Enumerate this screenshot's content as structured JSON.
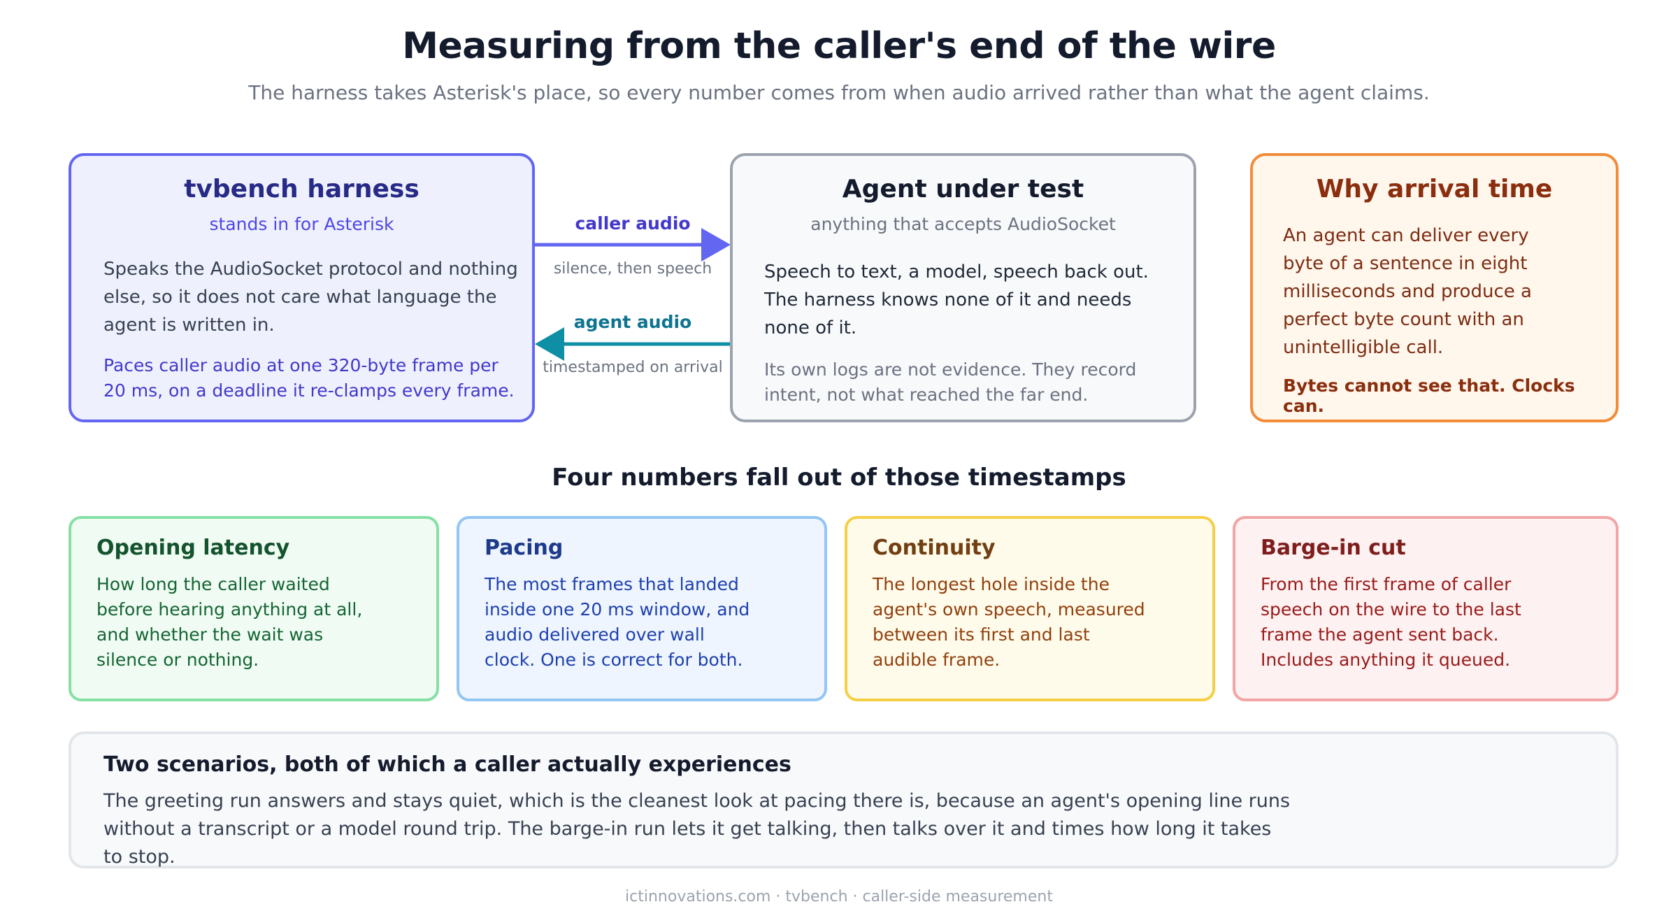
{
  "title": "Measuring from the caller's end of the wire",
  "subtitle": "The harness takes Asterisk's place, so every number comes from when audio arrived rather than what the agent claims.",
  "harness": {
    "title": "tvbench harness",
    "subtitle": "stands in for Asterisk",
    "body_lines": [
      "Speaks the AudioSocket protocol and nothing",
      "else, so it does not care what language the",
      "agent is written in."
    ],
    "note_lines": [
      "Paces caller audio at one 320-byte frame per",
      "20 ms, on a deadline it re-clamps every frame."
    ]
  },
  "arrows": {
    "caller_audio": {
      "label": "caller audio",
      "sub": "silence, then speech",
      "color": "#6366f1"
    },
    "agent_audio": {
      "label": "agent audio",
      "sub": "timestamped on arrival",
      "color": "#0e8fa5"
    }
  },
  "agent": {
    "title": "Agent under test",
    "subtitle": "anything that accepts AudioSocket",
    "body_lines": [
      "Speech to text, a model, speech back out.",
      "The harness knows none of it and needs",
      "none of it."
    ],
    "note_lines": [
      "Its own logs are not evidence. They record",
      "intent, not what reached the far end."
    ]
  },
  "why": {
    "title": "Why arrival time",
    "body_lines": [
      "An agent can deliver every",
      "byte of a sentence in eight",
      "milliseconds and produce a",
      "perfect byte count with an",
      "unintelligible call."
    ],
    "emphasis": "Bytes cannot see that. Clocks can."
  },
  "section_title": "Four numbers fall out of those timestamps",
  "metrics": [
    {
      "title": "Opening latency",
      "lines": [
        "How long the caller waited",
        "before hearing anything at all,",
        "and whether the wait was",
        "silence or nothing."
      ],
      "border": "#86e0a4",
      "bg": "#effbf3",
      "title_color": "#14532d",
      "text_color": "#166534"
    },
    {
      "title": "Pacing",
      "lines": [
        "The most frames that landed",
        "inside one 20 ms window, and",
        "audio delivered over wall",
        "clock. One is correct for both."
      ],
      "border": "#93c5f5",
      "bg": "#eef5fe",
      "title_color": "#1e3a8a",
      "text_color": "#1e40af"
    },
    {
      "title": "Continuity",
      "lines": [
        "The longest hole inside the",
        "agent's own speech, measured",
        "between its first and last",
        "audible frame."
      ],
      "border": "#f5cf45",
      "bg": "#fefbea",
      "title_color": "#713f12",
      "text_color": "#92400e"
    },
    {
      "title": "Barge-in cut",
      "lines": [
        "From the first frame of caller",
        "speech on the wire to the last",
        "frame the agent sent back.",
        "Includes anything it queued."
      ],
      "border": "#f3a5a5",
      "bg": "#fdf1f1",
      "title_color": "#7f1d1d",
      "text_color": "#991b1b"
    }
  ],
  "scenario": {
    "title": "Two scenarios, both of which a caller actually experiences",
    "lines": [
      "The greeting run answers and stays quiet, which is the cleanest look at pacing there is, because an agent's opening line runs",
      "without a transcript or a model round trip. The barge-in run lets it get talking, then talks over it and times how long it takes to stop."
    ]
  },
  "footer": "ictinnovations.com · tvbench · caller-side measurement"
}
